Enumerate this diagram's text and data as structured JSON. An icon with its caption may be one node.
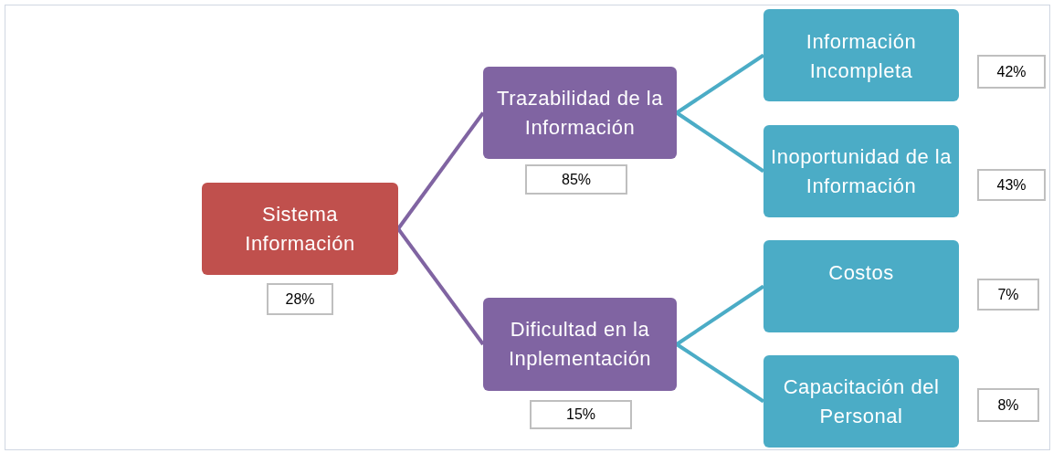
{
  "diagram": {
    "nodes": [
      {
        "text": [
          "Sistema Información"
        ],
        "beside": [
          "28%"
        ]
      },
      {
        "text": [
          "Trazabilidad de la Información"
        ],
        "beside": [
          "85%"
        ]
      },
      {
        "text": [
          "Dificultad en la Inplementación"
        ],
        "beside": [
          "15%"
        ]
      },
      {
        "text": [
          "Información Incompleta"
        ],
        "beside": [
          "42%"
        ]
      },
      {
        "text": [
          "Inoportunidad de la Información"
        ],
        "beside": [
          "43%"
        ]
      },
      {
        "text": [
          "Costos"
        ],
        "beside": [
          "7%"
        ]
      },
      {
        "text": [
          "Capacitación del Personal"
        ],
        "beside": [
          "8%"
        ]
      }
    ],
    "edges": [
      {
        "from": 0,
        "to": 1,
        "arrow": "none",
        "color": "#8064a2"
      },
      {
        "from": 0,
        "to": 2,
        "arrow": "none",
        "color": "#8064a2"
      },
      {
        "from": 1,
        "to": 3,
        "arrow": "none"
      },
      {
        "from": 1,
        "to": 4,
        "arrow": "none"
      },
      {
        "from": 2,
        "to": 5,
        "arrow": "none"
      },
      {
        "from": 2,
        "to": 6,
        "arrow": "none"
      }
    ]
  }
}
